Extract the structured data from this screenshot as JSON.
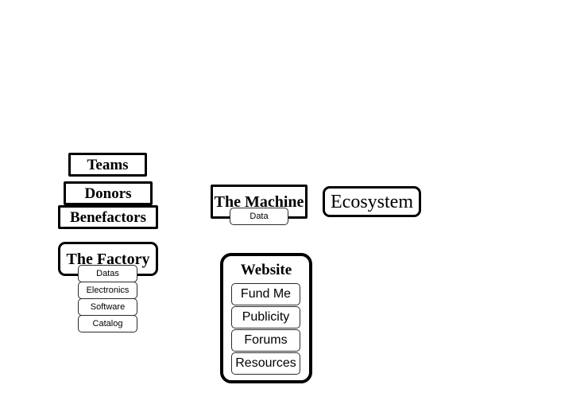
{
  "diagram": {
    "background_color": "#ffffff",
    "stroke_color": "#000000",
    "chip_stroke_color": "#2b2b2b",
    "nodes": [
      {
        "id": "teams",
        "label": "Teams"
      },
      {
        "id": "donors",
        "label": "Donors"
      },
      {
        "id": "benefactors",
        "label": "Benefactors"
      },
      {
        "id": "the-factory",
        "label": "The Factory"
      },
      {
        "id": "the-machine",
        "label": "The Machine"
      },
      {
        "id": "ecosystem",
        "label": "Ecosystem"
      }
    ],
    "factory_children": [
      {
        "id": "datas",
        "label": "Datas"
      },
      {
        "id": "electronics",
        "label": "Electronics"
      },
      {
        "id": "software",
        "label": "Software"
      },
      {
        "id": "catalog",
        "label": "Catalog"
      }
    ],
    "machine_children": [
      {
        "id": "data",
        "label": "Data"
      }
    ],
    "website_group": {
      "id": "website",
      "title": "Website",
      "children": [
        {
          "id": "fund-me",
          "label": "Fund Me"
        },
        {
          "id": "publicity",
          "label": "Publicity"
        },
        {
          "id": "forums",
          "label": "Forums"
        },
        {
          "id": "resources",
          "label": "Resources"
        }
      ]
    }
  }
}
